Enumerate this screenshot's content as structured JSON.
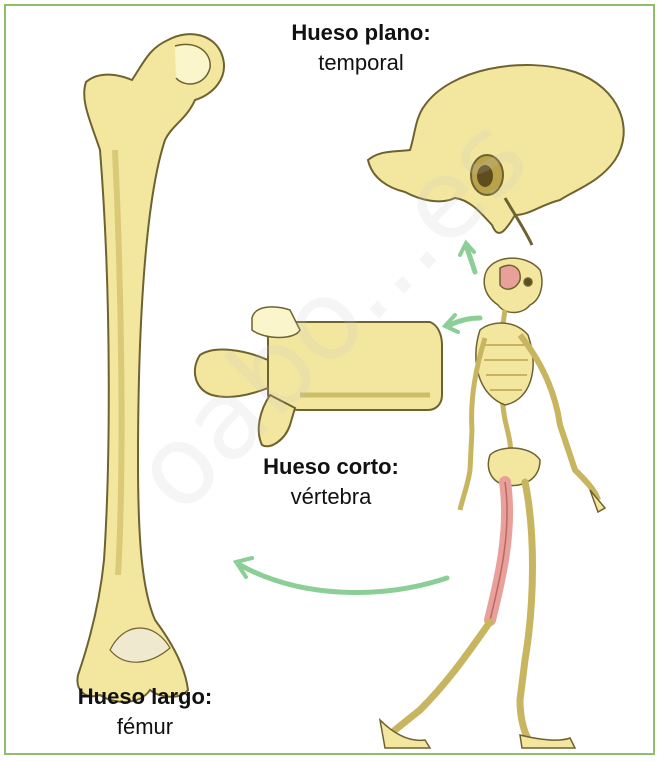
{
  "colors": {
    "border": "#8fbf6a",
    "bone": "#f3e7a0",
    "bone_shadow": "#cdbd67",
    "highlight_bone": "#e9a09a",
    "arrow": "#8ccf96"
  },
  "labels": {
    "flat": {
      "title": "Hueso plano:",
      "name": "temporal"
    },
    "short": {
      "title": "Hueso corto:",
      "name": "vértebra"
    },
    "long": {
      "title": "Hueso largo:",
      "name": "fémur"
    }
  },
  "illustrations": [
    "femur",
    "temporal-bone",
    "vertebra",
    "walking-skeleton"
  ],
  "arrows": [
    "skeleton-to-temporal",
    "skeleton-to-vertebra",
    "skeleton-to-femur"
  ]
}
